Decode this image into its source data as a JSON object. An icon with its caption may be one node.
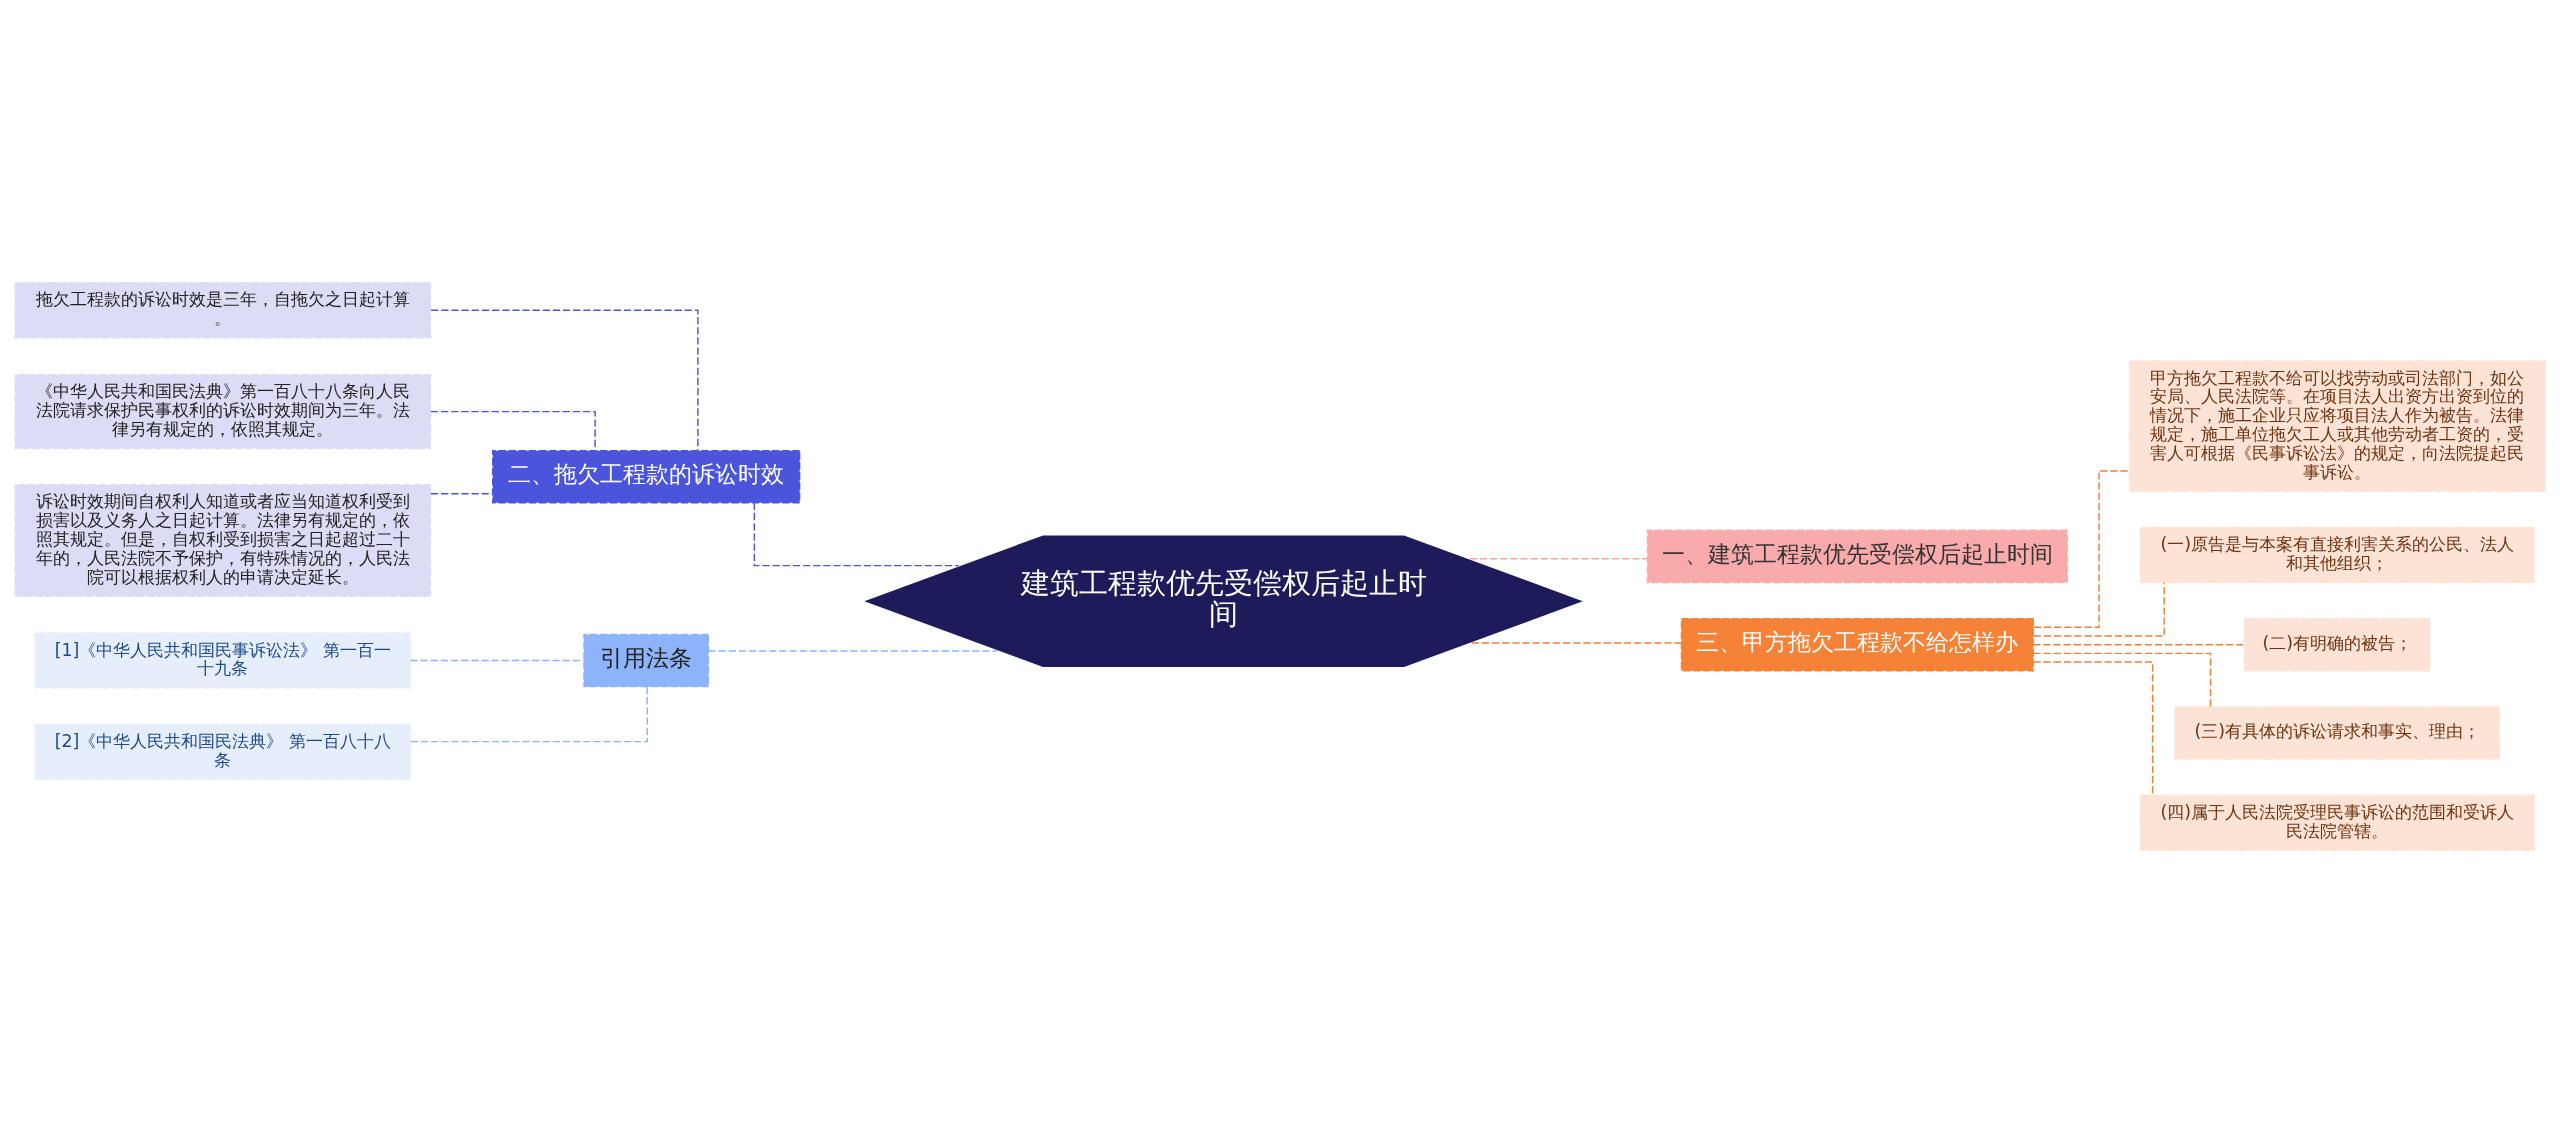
{
  "diagram": {
    "nodes": [
      {
        "text": [
          "建筑工程款优先受偿权后起止时间"
        ]
      },
      {
        "text": [
          "二、拖欠工程款的诉讼时效"
        ]
      },
      {
        "text": [
          "拖欠工程款的诉讼时效是三年，自拖欠之日起计算。"
        ]
      },
      {
        "text": [
          "《中华人民共和国民法典》第一百八十八条向人民法院请求保护民事权利的诉讼时效期间为三年。法律另有规定的，依照其规定。"
        ]
      },
      {
        "text": [
          "诉讼时效期间自权利人知道或者应当知道权利受到损害以及义务人之日起计算。法律另有规定的，依照其规定。但是，自权利受到损害之日起超过二十年的，人民法院不予保护，有特殊情况的，人民法院可以根据权利人的申请决定延长。"
        ]
      },
      {
        "text": [
          "引用法条"
        ]
      },
      {
        "text": [
          "[1]《中华人民共和国民事诉讼法》 第一百一十九条"
        ]
      },
      {
        "text": [
          "[2]《中华人民共和国民法典》 第一百八十八条"
        ]
      },
      {
        "text": [
          "一、建筑工程款优先受偿权后起止时间"
        ]
      },
      {
        "text": [
          "三、甲方拖欠工程款不给怎样办"
        ]
      },
      {
        "text": [
          "甲方拖欠工程款不给可以找劳动或司法部门，如公安局、人民法院等。在项目法人出资方出资到位的情况下，施工企业只应将项目法人作为被告。法律规定，施工单位拖欠工人或其他劳动者工资的，受害人可根据《民事诉讼法》的规定，向法院提起民事诉讼。"
        ]
      },
      {
        "text": [
          "(一)原告是与本案有直接利害关系的公民、法人和其他组织；"
        ]
      },
      {
        "text": [
          "(二)有明确的被告；"
        ]
      },
      {
        "text": [
          "(三)有具体的诉讼请求和事实、理由；"
        ]
      },
      {
        "text": [
          "(四)属于人民法院受理民事诉讼的范围和受诉人民法院管辖。"
        ]
      }
    ],
    "edges": [
      {
        "from": 2,
        "to": 1,
        "arrow": "none",
        "style": "dashed",
        "color": "#4b55dc"
      },
      {
        "from": 3,
        "to": 1,
        "arrow": "none",
        "style": "dashed",
        "color": "#4b55dc"
      },
      {
        "from": 4,
        "to": 1,
        "arrow": "none",
        "style": "dashed",
        "color": "#4b55dc"
      },
      {
        "from": 1,
        "to": 0,
        "arrow": "none",
        "style": "dashed",
        "color": "#4b55dc"
      },
      {
        "from": 6,
        "to": 5,
        "arrow": "none",
        "style": "dashed",
        "color": "#8db4fb"
      },
      {
        "from": 7,
        "to": 5,
        "arrow": "none",
        "style": "dashed",
        "color": "#8db4fb"
      },
      {
        "from": 5,
        "to": 0,
        "arrow": "none",
        "style": "dashed",
        "color": "#8db4fb"
      },
      {
        "from": 0,
        "to": 8,
        "arrow": "none",
        "style": "dashed",
        "color": "#f4a6a6"
      },
      {
        "from": 0,
        "to": 9,
        "arrow": "none",
        "style": "dashed",
        "color": "#f07f3c"
      },
      {
        "from": 9,
        "to": 10,
        "arrow": "none",
        "style": "dashed",
        "color": "#f07f3c"
      },
      {
        "from": 9,
        "to": 11,
        "arrow": "none",
        "style": "dashed",
        "color": "#f07f3c"
      },
      {
        "from": 9,
        "to": 12,
        "arrow": "none",
        "style": "dashed",
        "color": "#f07f3c"
      },
      {
        "from": 9,
        "to": 13,
        "arrow": "none",
        "style": "dashed",
        "color": "#f07f3c"
      },
      {
        "from": 9,
        "to": 14,
        "arrow": "none",
        "style": "dashed",
        "color": "#f07f3c"
      }
    ]
  }
}
